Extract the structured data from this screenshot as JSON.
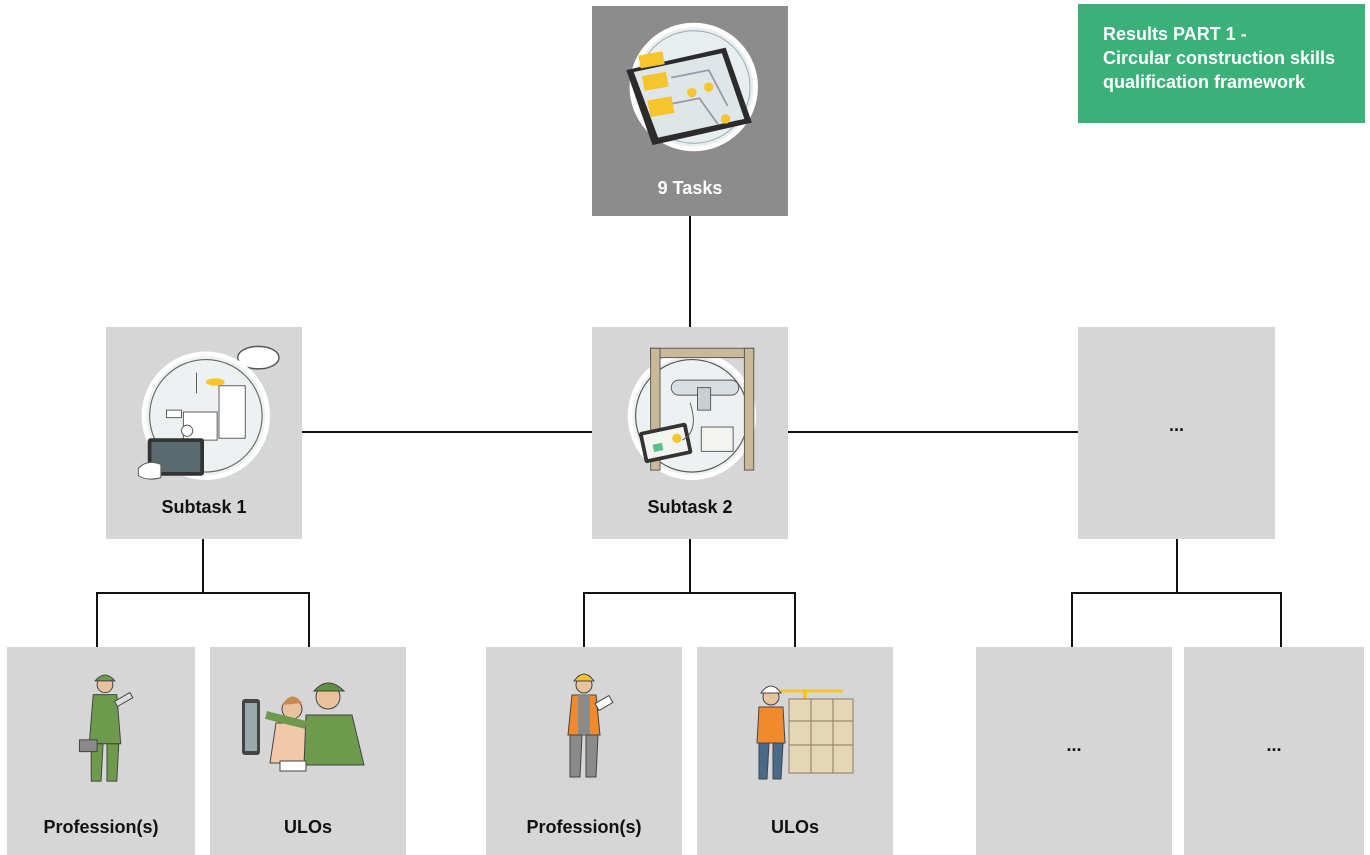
{
  "title": {
    "line1": "Results PART 1 -",
    "line2": "Circular construction skills",
    "line3": "qualification framework"
  },
  "root": {
    "label": "9 Tasks",
    "icon": "digital-tablet-floorplan-icon"
  },
  "subtasks": [
    {
      "label": "Subtask 1",
      "icon": "smart-building-icon"
    },
    {
      "label": "Subtask 2",
      "icon": "building-monitoring-icon"
    },
    {
      "label": "..."
    }
  ],
  "leaves": [
    {
      "label": "Profession(s)",
      "icon": "worker-icon"
    },
    {
      "label": "ULOs",
      "icon": "worker-learning-icon"
    },
    {
      "label": "Profession(s)",
      "icon": "construction-worker-icon"
    },
    {
      "label": "ULOs",
      "icon": "site-worker-icon"
    },
    {
      "label": "..."
    },
    {
      "label": "..."
    }
  ],
  "colors": {
    "box_light": "#d6d6d6",
    "box_dark": "#8c8c8c",
    "accent_green": "#3bb079",
    "connector": "#111111"
  }
}
